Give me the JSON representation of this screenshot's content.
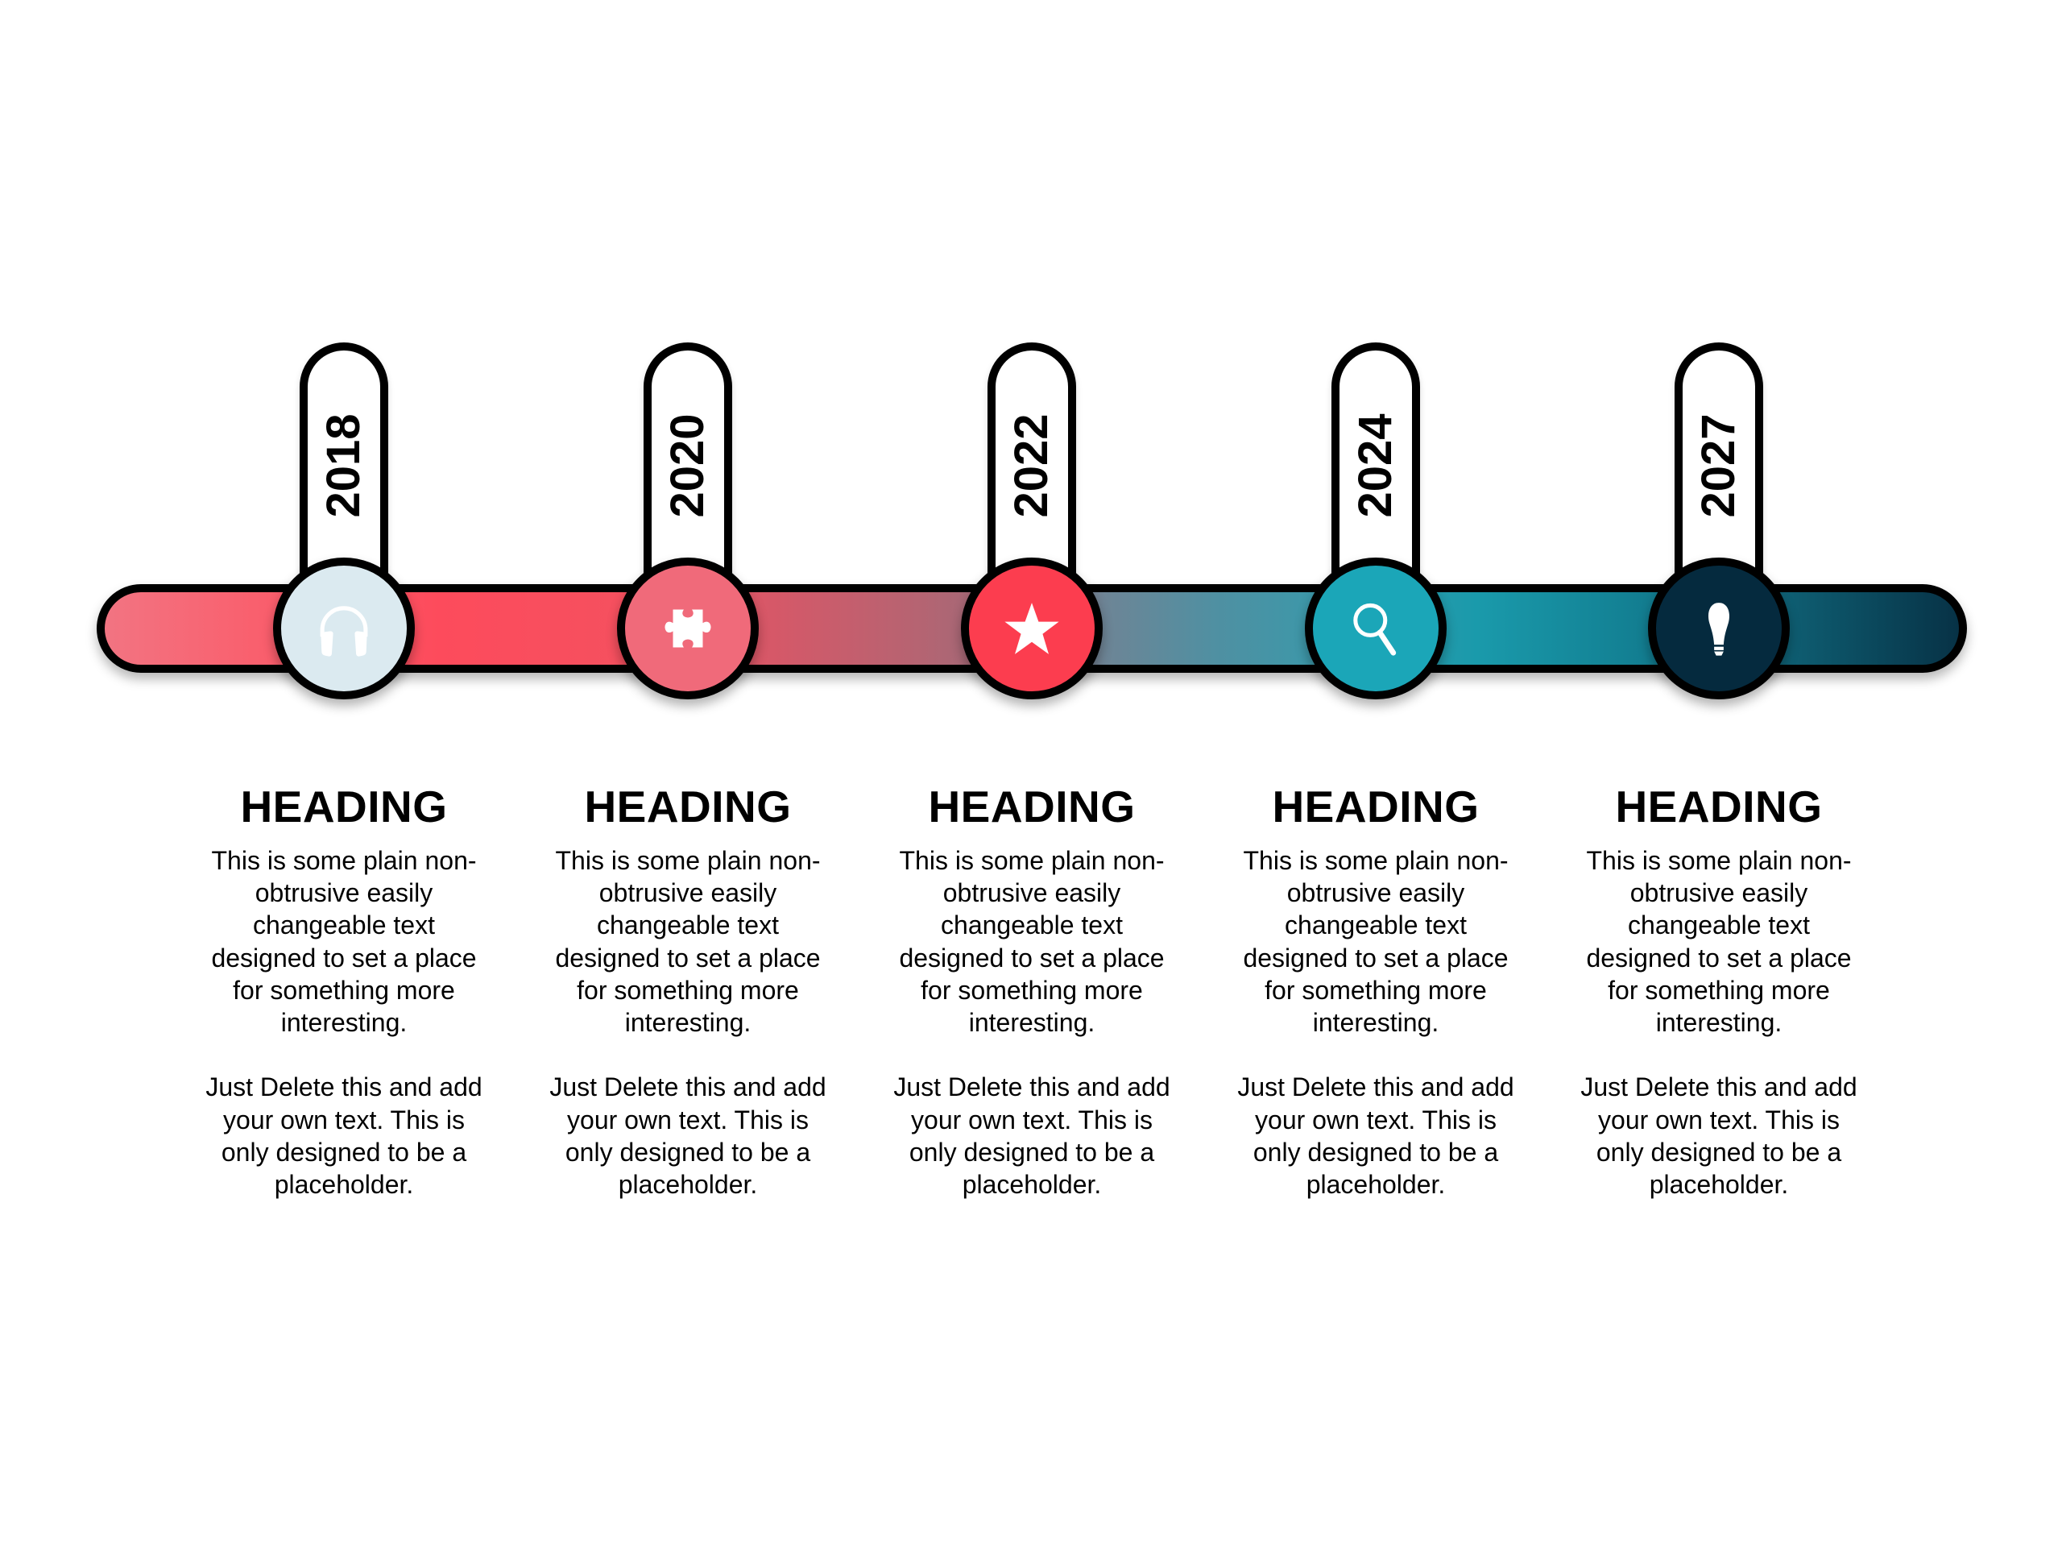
{
  "timeline": {
    "bar_gradient": [
      "#f27482",
      "#fd4b5c",
      "#b56472",
      "#6d8596",
      "#1a9aab",
      "#073246"
    ],
    "milestones": [
      {
        "year": "2018",
        "icon": "headphones-icon",
        "node_color": "#dbeaf0",
        "heading": "HEADING",
        "para1": [
          "This is some plain non-",
          "obtrusive easily",
          "changeable text",
          "designed to set a place",
          "for something more",
          "interesting."
        ],
        "para2": [
          "Just Delete this and add",
          "your own text. This is",
          "only designed to be a",
          "placeholder."
        ]
      },
      {
        "year": "2020",
        "icon": "puzzle-piece-icon",
        "node_color": "#f06a7a",
        "heading": "HEADING",
        "para1": [
          "This is some plain non-",
          "obtrusive easily",
          "changeable text",
          "designed to set a place",
          "for something more",
          "interesting."
        ],
        "para2": [
          "Just Delete this and add",
          "your own text. This is",
          "only designed to be a",
          "placeholder."
        ]
      },
      {
        "year": "2022",
        "icon": "star-icon",
        "node_color": "#fc3d4f",
        "heading": "HEADING",
        "para1": [
          "This is some plain non-",
          "obtrusive easily",
          "changeable text",
          "designed to set a place",
          "for something more",
          "interesting."
        ],
        "para2": [
          "Just Delete this and add",
          "your own text. This is",
          "only designed to be a",
          "placeholder."
        ]
      },
      {
        "year": "2024",
        "icon": "magnifier-icon",
        "node_color": "#1ba6b8",
        "heading": "HEADING",
        "para1": [
          "This is some plain non-",
          "obtrusive easily",
          "changeable text",
          "designed to set a place",
          "for something more",
          "interesting."
        ],
        "para2": [
          "Just Delete this and add",
          "your own text. This is",
          "only designed to be a",
          "placeholder."
        ]
      },
      {
        "year": "2027",
        "icon": "lightbulb-icon",
        "node_color": "#052a3e",
        "heading": "HEADING",
        "para1": [
          "This is some plain non-",
          "obtrusive easily",
          "changeable text",
          "designed to set a place",
          "for something more",
          "interesting."
        ],
        "para2": [
          "Just Delete this and add",
          "your own text. This is",
          "only designed to be a",
          "placeholder."
        ]
      }
    ]
  }
}
